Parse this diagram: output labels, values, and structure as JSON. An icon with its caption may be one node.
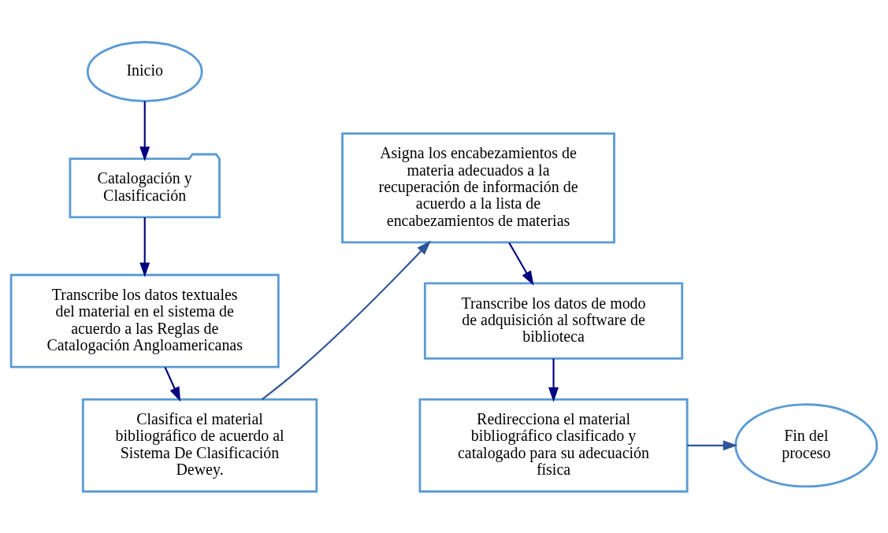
{
  "diagram": {
    "nodes": [
      {
        "text": [
          "Inicio"
        ]
      },
      {
        "text": [
          "Catalogación y Clasificación"
        ]
      },
      {
        "text": [
          "Transcribe los datos textuales del material en el sistema de acuerdo a las Reglas de Catalogación Angloamericanas"
        ]
      },
      {
        "text": [
          "Clasifica el material bibliográfico de acuerdo al Sistema De Clasificación Dewey."
        ]
      },
      {
        "text": [
          "Asigna los encabezamientos de materia adecuados a la recuperación de información de acuerdo a la lista de encabezamientos de materias"
        ]
      },
      {
        "text": [
          "Transcribe los datos de modo de adquisición al software de biblioteca"
        ]
      },
      {
        "text": [
          "Redirecciona el material bibliográfico clasificado y catalogado para su adecuación física"
        ]
      },
      {
        "text": [
          "Fin del proceso"
        ]
      }
    ],
    "edges": [
      {
        "from": 0,
        "to": 1,
        "arrow": "to"
      },
      {
        "from": 1,
        "to": 2,
        "arrow": "to"
      },
      {
        "from": 2,
        "to": 3,
        "arrow": "to"
      },
      {
        "from": 3,
        "to": 4,
        "arrow": "to",
        "color": "#2e5597"
      },
      {
        "from": 4,
        "to": 5,
        "arrow": "to"
      },
      {
        "from": 5,
        "to": 6,
        "arrow": "to"
      },
      {
        "from": 6,
        "to": 7,
        "arrow": "to",
        "color": "#2e5597"
      }
    ]
  }
}
